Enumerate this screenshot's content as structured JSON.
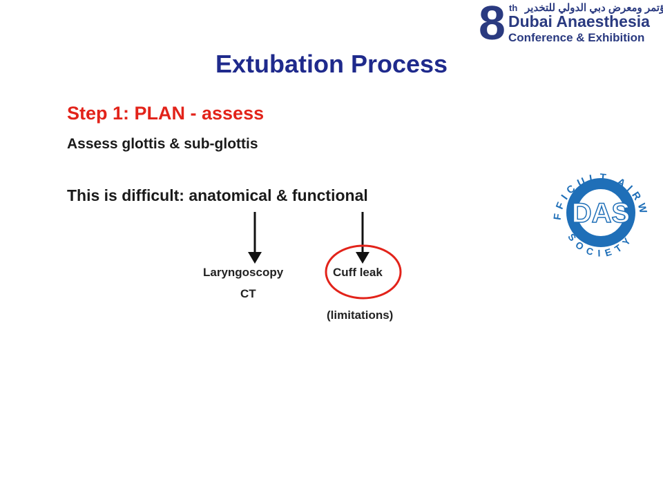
{
  "slide": {
    "title": "Extubation Process",
    "step_heading": "Step 1: PLAN - assess",
    "line_1": "Assess glottis & sub-glottis",
    "line_2": "This is difficult: anatomical & functional",
    "labels": {
      "laryngoscopy": "Laryngoscopy",
      "ct": "CT",
      "cuff_leak": "Cuff leak",
      "limitations": "(limitations)"
    }
  },
  "conference_logo": {
    "arabic_text": "مؤتمر ومعرض دبي الدولي للتخدير",
    "number": "8",
    "ordinal": "th",
    "name_line_1": "Dubai Anaesthesia",
    "name_line_2": "Conference & Exhibition"
  },
  "das_logo": {
    "initials": "DAS",
    "ring_text_top": "DIFFICULT AIRWAY",
    "ring_text_bottom": "SOCIETY"
  },
  "colors": {
    "title": "#1f2a8c",
    "heading": "#e2231a",
    "body_text": "#1a1a1a",
    "logo_blue": "#2a3a80",
    "das_blue": "#1f6fb8",
    "circle_red": "#e2231a"
  }
}
